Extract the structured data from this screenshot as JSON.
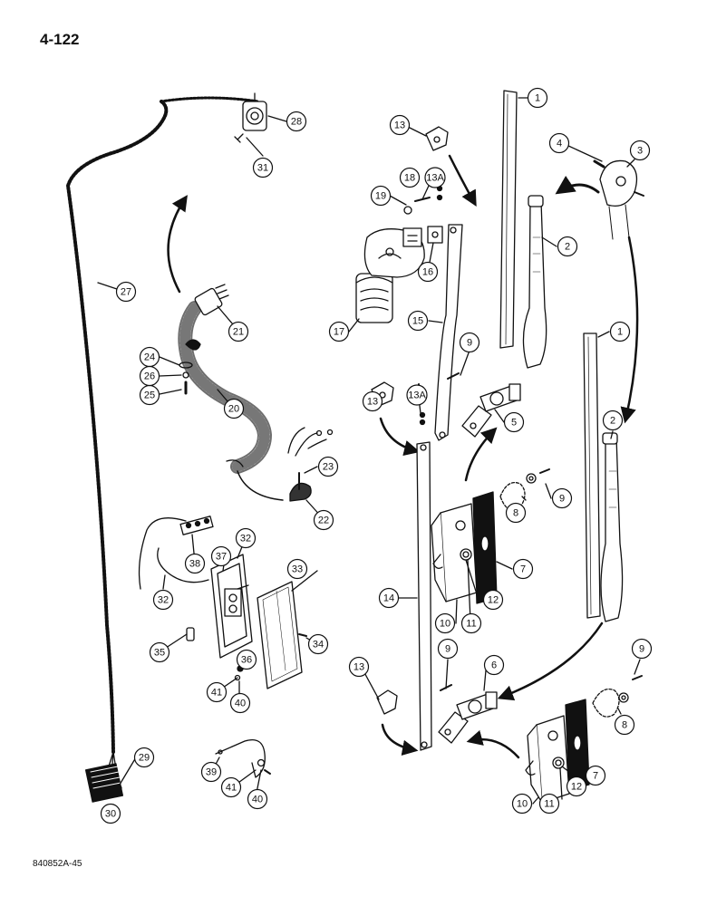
{
  "page": {
    "number": "4-122",
    "figure_code": "840852A-45"
  },
  "callouts": [
    {
      "id": "c1a",
      "label": "1"
    },
    {
      "id": "c1b",
      "label": "1"
    },
    {
      "id": "c2a",
      "label": "2"
    },
    {
      "id": "c2b",
      "label": "2"
    },
    {
      "id": "c3",
      "label": "3"
    },
    {
      "id": "c4",
      "label": "4"
    },
    {
      "id": "c5",
      "label": "5"
    },
    {
      "id": "c6",
      "label": "6"
    },
    {
      "id": "c7a",
      "label": "7"
    },
    {
      "id": "c7b",
      "label": "7"
    },
    {
      "id": "c8a",
      "label": "8"
    },
    {
      "id": "c8b",
      "label": "8"
    },
    {
      "id": "c9a",
      "label": "9"
    },
    {
      "id": "c9b",
      "label": "9"
    },
    {
      "id": "c9c",
      "label": "9"
    },
    {
      "id": "c9d",
      "label": "9"
    },
    {
      "id": "c10a",
      "label": "10"
    },
    {
      "id": "c10b",
      "label": "10"
    },
    {
      "id": "c11a",
      "label": "11"
    },
    {
      "id": "c11b",
      "label": "11"
    },
    {
      "id": "c12a",
      "label": "12"
    },
    {
      "id": "c12b",
      "label": "12"
    },
    {
      "id": "c13a",
      "label": "13"
    },
    {
      "id": "c13b",
      "label": "13"
    },
    {
      "id": "c13c",
      "label": "13"
    },
    {
      "id": "c13Aa",
      "label": "13A"
    },
    {
      "id": "c13Ab",
      "label": "13A"
    },
    {
      "id": "c14",
      "label": "14"
    },
    {
      "id": "c15",
      "label": "15"
    },
    {
      "id": "c16",
      "label": "16"
    },
    {
      "id": "c17",
      "label": "17"
    },
    {
      "id": "c18",
      "label": "18"
    },
    {
      "id": "c19",
      "label": "19"
    },
    {
      "id": "c20",
      "label": "20"
    },
    {
      "id": "c21",
      "label": "21"
    },
    {
      "id": "c22",
      "label": "22"
    },
    {
      "id": "c23",
      "label": "23"
    },
    {
      "id": "c24",
      "label": "24"
    },
    {
      "id": "c25",
      "label": "25"
    },
    {
      "id": "c26",
      "label": "26"
    },
    {
      "id": "c27",
      "label": "27"
    },
    {
      "id": "c28",
      "label": "28"
    },
    {
      "id": "c29",
      "label": "29"
    },
    {
      "id": "c30",
      "label": "30"
    },
    {
      "id": "c31",
      "label": "31"
    },
    {
      "id": "c32a",
      "label": "32"
    },
    {
      "id": "c32b",
      "label": "32"
    },
    {
      "id": "c33",
      "label": "33"
    },
    {
      "id": "c34",
      "label": "34"
    },
    {
      "id": "c35",
      "label": "35"
    },
    {
      "id": "c36",
      "label": "36"
    },
    {
      "id": "c37",
      "label": "37"
    },
    {
      "id": "c38",
      "label": "38"
    },
    {
      "id": "c39",
      "label": "39"
    },
    {
      "id": "c40a",
      "label": "40"
    },
    {
      "id": "c40b",
      "label": "40"
    },
    {
      "id": "c41a",
      "label": "41"
    },
    {
      "id": "c41b",
      "label": "41"
    }
  ]
}
